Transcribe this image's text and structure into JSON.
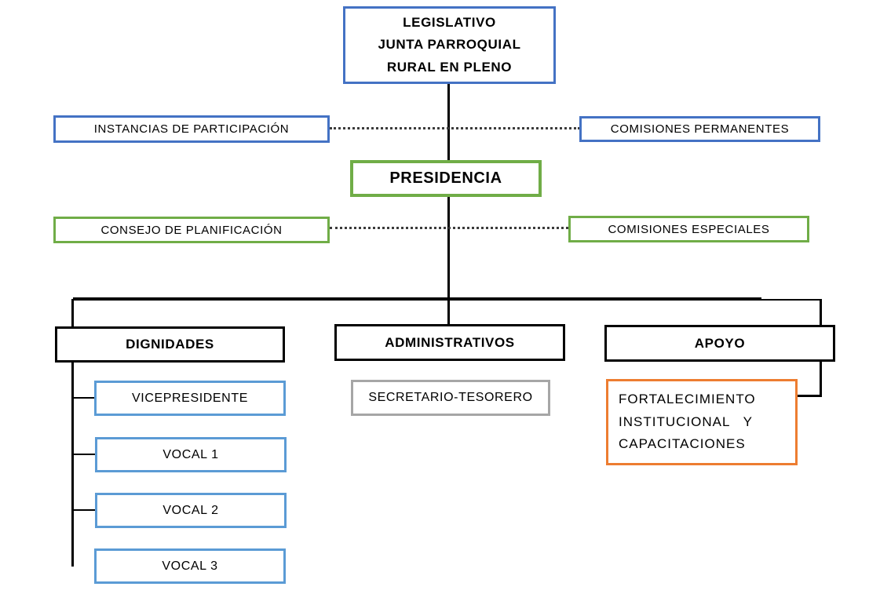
{
  "diagram": {
    "type": "org-chart",
    "language": "es",
    "nodes": {
      "legislativo": "LEGISLATIVO\nJUNTA PARROQUIAL\nRURAL EN PLENO",
      "instancias": "INSTANCIAS DE PARTICIPACIÓN",
      "comisiones_permanentes": "COMISIONES PERMANENTES",
      "presidencia": "PRESIDENCIA",
      "consejo_planificacion": "CONSEJO DE PLANIFICACIÓN",
      "comisiones_especiales": "COMISIONES ESPECIALES",
      "dignidades": "DIGNIDADES",
      "administrativos": "ADMINISTRATIVOS",
      "apoyo": "APOYO",
      "vicepresidente": "VICEPRESIDENTE",
      "vocal1": "VOCAL 1",
      "vocal2": "VOCAL 2",
      "vocal3": "VOCAL 3",
      "secretario_tesorero": "SECRETARIO-TESORERO",
      "fortalecimiento": "FORTALECIMIENTO\nINSTITUCIONAL   Y\nCAPACITACIONES"
    },
    "connections": [
      {
        "from": "legislativo",
        "to": "presidencia",
        "style": "solid"
      },
      {
        "from": "instancias",
        "to": "comisiones_permanentes",
        "style": "dotted",
        "crosses": "legislativo-presidencia line"
      },
      {
        "from": "consejo_planificacion",
        "to": "comisiones_especiales",
        "style": "dotted",
        "crosses": "presidencia drop line"
      },
      {
        "from": "presidencia",
        "to": "dignidades",
        "style": "solid"
      },
      {
        "from": "presidencia",
        "to": "administrativos",
        "style": "solid"
      },
      {
        "from": "presidencia",
        "to": "apoyo",
        "style": "solid"
      },
      {
        "from": "dignidades",
        "to": "vicepresidente",
        "style": "solid"
      },
      {
        "from": "dignidades",
        "to": "vocal1",
        "style": "solid"
      },
      {
        "from": "dignidades",
        "to": "vocal2",
        "style": "solid"
      },
      {
        "from": "dignidades",
        "to": "vocal3",
        "style": "solid"
      },
      {
        "from": "apoyo",
        "to": "fortalecimiento",
        "style": "solid"
      }
    ],
    "colors": {
      "blue_border": "#4472C4",
      "light_blue_border": "#5B9BD5",
      "green_border": "#70AD47",
      "black_border": "#000000",
      "gray_border": "#A6A6A6",
      "orange_border": "#ED7D31",
      "line": "#000000",
      "dotted_line": "#3b3b3b",
      "background": "#ffffff",
      "text": "#000000"
    }
  }
}
